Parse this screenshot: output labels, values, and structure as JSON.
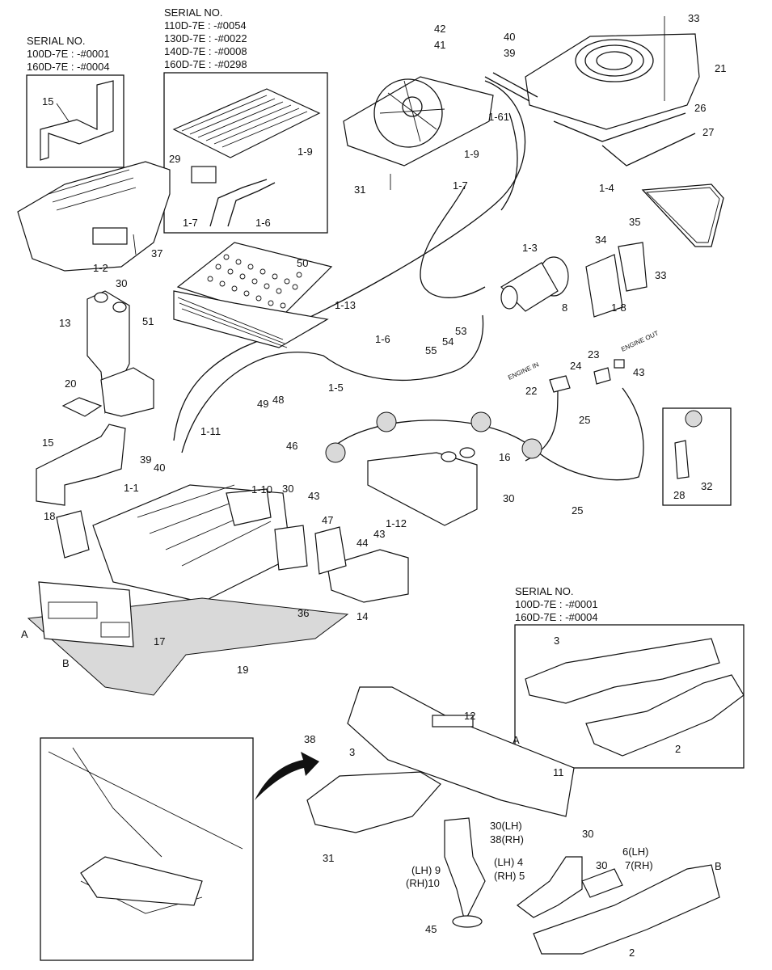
{
  "serial_boxes": {
    "top_left": {
      "title": "SERIAL NO.",
      "lines": [
        "100D-7E : -#0001",
        "160D-7E : -#0004"
      ]
    },
    "top_center": {
      "title": "SERIAL NO.",
      "lines": [
        "110D-7E : -#0054",
        "130D-7E : -#0022",
        "140D-7E : -#0008",
        "160D-7E : -#0298"
      ]
    },
    "bottom_right": {
      "title": "SERIAL NO.",
      "lines": [
        "100D-7E : -#0001",
        "160D-7E : -#0004"
      ]
    }
  },
  "engine_labels": {
    "engine_in": "ENGINE IN",
    "engine_out": "ENGINE OUT"
  },
  "callouts": [
    {
      "id": "c1",
      "text": "15"
    },
    {
      "id": "c2",
      "text": "1-2"
    },
    {
      "id": "c3",
      "text": "37"
    },
    {
      "id": "c4",
      "text": "29"
    },
    {
      "id": "c5",
      "text": "1-9"
    },
    {
      "id": "c6",
      "text": "1-7"
    },
    {
      "id": "c7",
      "text": "1-6"
    },
    {
      "id": "c8",
      "text": "42"
    },
    {
      "id": "c9",
      "text": "41"
    },
    {
      "id": "c10",
      "text": "40"
    },
    {
      "id": "c11",
      "text": "39"
    },
    {
      "id": "c12",
      "text": "33"
    },
    {
      "id": "c13",
      "text": "21"
    },
    {
      "id": "c14",
      "text": "1-61"
    },
    {
      "id": "c15",
      "text": "1-9"
    },
    {
      "id": "c16",
      "text": "26"
    },
    {
      "id": "c17",
      "text": "27"
    },
    {
      "id": "c18",
      "text": "31"
    },
    {
      "id": "c19",
      "text": "1-7"
    },
    {
      "id": "c20",
      "text": "1-4"
    },
    {
      "id": "c21",
      "text": "35"
    },
    {
      "id": "c22",
      "text": "34"
    },
    {
      "id": "c23",
      "text": "1-3"
    },
    {
      "id": "c24",
      "text": "33"
    },
    {
      "id": "c25",
      "text": "8"
    },
    {
      "id": "c26",
      "text": "1-8"
    },
    {
      "id": "c27",
      "text": "50"
    },
    {
      "id": "c28",
      "text": "30"
    },
    {
      "id": "c29",
      "text": "51"
    },
    {
      "id": "c30",
      "text": "1-13"
    },
    {
      "id": "c31",
      "text": "13"
    },
    {
      "id": "c32",
      "text": "53"
    },
    {
      "id": "c33",
      "text": "1-6"
    },
    {
      "id": "c34",
      "text": "54"
    },
    {
      "id": "c35",
      "text": "55"
    },
    {
      "id": "c36",
      "text": "1-5"
    },
    {
      "id": "c37",
      "text": "23"
    },
    {
      "id": "c38",
      "text": "24"
    },
    {
      "id": "c39",
      "text": "43"
    },
    {
      "id": "c40",
      "text": "22"
    },
    {
      "id": "c41",
      "text": "20"
    },
    {
      "id": "c42",
      "text": "49"
    },
    {
      "id": "c43",
      "text": "48"
    },
    {
      "id": "c44",
      "text": "1-11"
    },
    {
      "id": "c45",
      "text": "25"
    },
    {
      "id": "c46",
      "text": "15"
    },
    {
      "id": "c47",
      "text": "46"
    },
    {
      "id": "c48",
      "text": "39"
    },
    {
      "id": "c49",
      "text": "40"
    },
    {
      "id": "c50",
      "text": "16"
    },
    {
      "id": "c51",
      "text": "28"
    },
    {
      "id": "c52",
      "text": "32"
    },
    {
      "id": "c53",
      "text": "1-10"
    },
    {
      "id": "c54",
      "text": "30"
    },
    {
      "id": "c55",
      "text": "43"
    },
    {
      "id": "c56",
      "text": "30"
    },
    {
      "id": "c57",
      "text": "1-1"
    },
    {
      "id": "c58",
      "text": "25"
    },
    {
      "id": "c59",
      "text": "47"
    },
    {
      "id": "c60",
      "text": "1-12"
    },
    {
      "id": "c61",
      "text": "18"
    },
    {
      "id": "c62",
      "text": "44"
    },
    {
      "id": "c63",
      "text": "43"
    },
    {
      "id": "c64",
      "text": "36"
    },
    {
      "id": "c65",
      "text": "14"
    },
    {
      "id": "c66",
      "text": "A"
    },
    {
      "id": "c67",
      "text": "17"
    },
    {
      "id": "c68",
      "text": "B"
    },
    {
      "id": "c69",
      "text": "19"
    },
    {
      "id": "c70",
      "text": "3"
    },
    {
      "id": "c71",
      "text": "2"
    },
    {
      "id": "c72",
      "text": "12"
    },
    {
      "id": "c73",
      "text": "38"
    },
    {
      "id": "c74",
      "text": "A"
    },
    {
      "id": "c75",
      "text": "3"
    },
    {
      "id": "c76",
      "text": "11"
    },
    {
      "id": "c77",
      "text": "30(LH)"
    },
    {
      "id": "c78",
      "text": "38(RH)"
    },
    {
      "id": "c79",
      "text": "31"
    },
    {
      "id": "c80",
      "text": "30"
    },
    {
      "id": "c81",
      "text": "6(LH)"
    },
    {
      "id": "c82",
      "text": "(LH) 4"
    },
    {
      "id": "c83",
      "text": "30"
    },
    {
      "id": "c84",
      "text": "7(RH)"
    },
    {
      "id": "c85",
      "text": "B"
    },
    {
      "id": "c86",
      "text": "(LH) 9"
    },
    {
      "id": "c87",
      "text": "(RH) 5"
    },
    {
      "id": "c88",
      "text": "(RH)10"
    },
    {
      "id": "c89",
      "text": "45"
    },
    {
      "id": "c90",
      "text": "2"
    }
  ]
}
